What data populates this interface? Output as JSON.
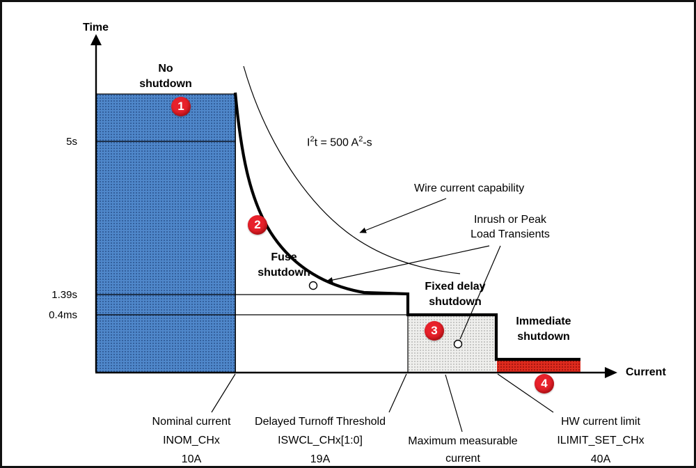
{
  "colors": {
    "region_blue": "#4f87ca",
    "region_gray": "#efefed",
    "region_red": "#df2b1e",
    "badge_red": "#e8212b"
  },
  "axes": {
    "y_title": "Time",
    "x_title": "Current"
  },
  "ticks": {
    "five_s": "5s",
    "one39_s": "1.39s",
    "p4_ms": "0.4ms"
  },
  "labels": {
    "no_shutdown": {
      "line1": "No",
      "line2": "shutdown"
    },
    "fuse_shutdown": {
      "line1": "Fuse",
      "line2": "shutdown"
    },
    "fixed_delay_shutdown": {
      "line1": "Fixed delay",
      "line2": "shutdown"
    },
    "immediate_shutdown": {
      "line1": "Immediate",
      "line2": "shutdown"
    },
    "wire_capability": "Wire current capability",
    "inrush": {
      "line1": "Inrush or Peak",
      "line2": "Load Transients"
    },
    "i2t": {
      "p1": "I",
      "sup1": "2",
      "p2": "t = 500 A",
      "sup2": "2",
      "p3": "-s"
    }
  },
  "badges": {
    "b1": "1",
    "b2": "2",
    "b3": "3",
    "b4": "4"
  },
  "thresholds": {
    "nominal": {
      "line1": "Nominal current",
      "line2": "INOM_CHx",
      "line3": "10A"
    },
    "delayed": {
      "line1": "Delayed Turnoff Threshold",
      "line2": "ISWCL_CHx[1:0]",
      "line3": "19A"
    },
    "max_measurable": {
      "line1": "Maximum measurable",
      "line2": "current"
    },
    "hw_limit": {
      "line1": "HW current limit",
      "line2": "ILIMIT_SET_CHx",
      "line3": "40A"
    }
  }
}
